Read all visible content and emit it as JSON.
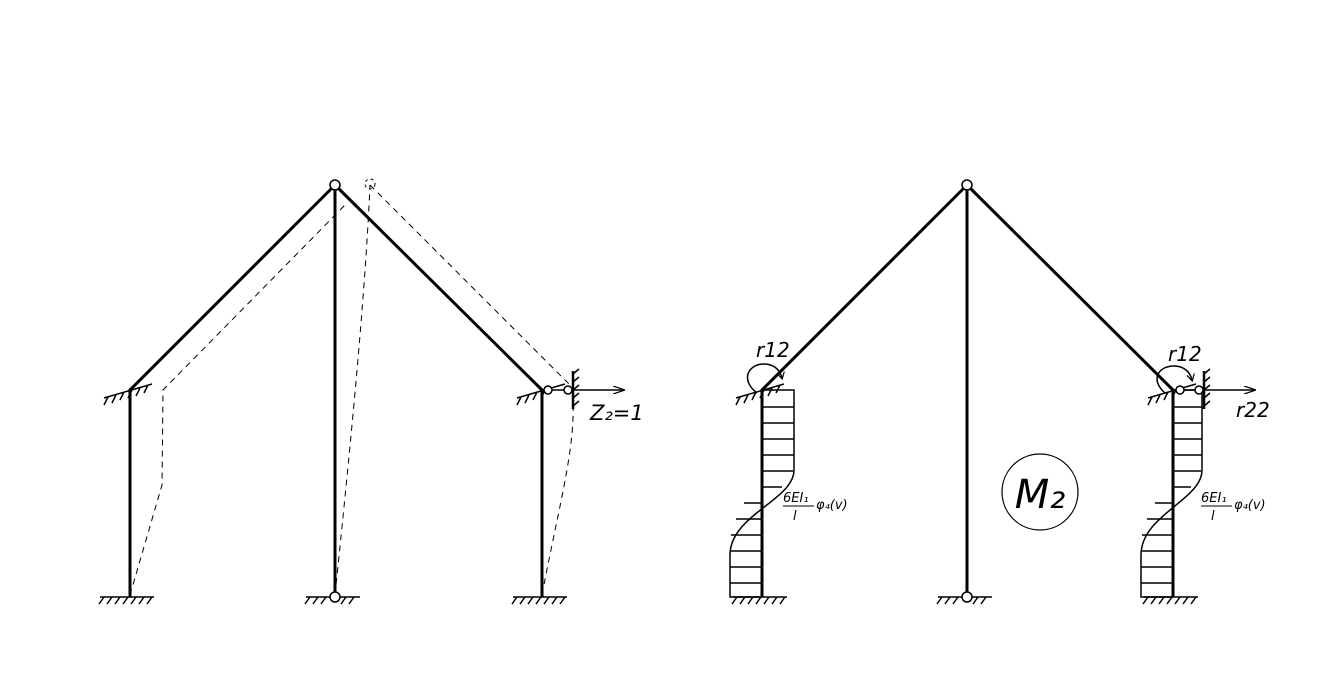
{
  "left_diagram": {
    "displacement_label": "Z₂=1"
  },
  "right_diagram": {
    "reaction_left_moment": "r12",
    "reaction_right_moment": "r12",
    "reaction_right_force": "r22",
    "moment_value_left": {
      "numerator": "6EI₁",
      "denominator": "l",
      "factor": "φ₄(v)"
    },
    "moment_value_right": {
      "numerator": "6EI₁",
      "denominator": "l",
      "factor": "φ₄(v)"
    },
    "diagram_title": "M₂"
  },
  "icons": {
    "fixed_support": "fixed-support-icon",
    "hinge": "hinge-icon",
    "moment_arrow": "moment-arrow-icon",
    "force_arrow": "force-arrow-icon"
  },
  "colors": {
    "ink": "#000000",
    "background": "#ffffff"
  }
}
